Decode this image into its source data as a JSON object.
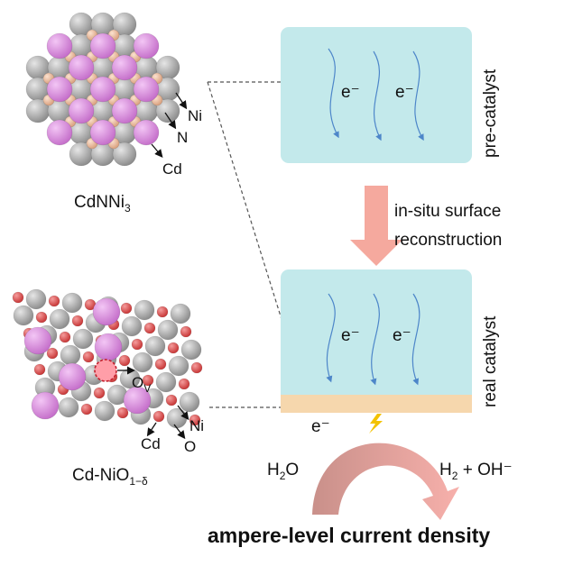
{
  "structures": {
    "top": {
      "name_main": "CdNNi",
      "name_sub": "3",
      "labels": [
        "Ni",
        "N",
        "Cd"
      ]
    },
    "bottom": {
      "name_main": "Cd-NiO",
      "name_sub": "1−δ",
      "vacancy_main": "O",
      "vacancy_sub": "V",
      "labels": [
        "Ni",
        "Cd",
        "O"
      ]
    }
  },
  "panels": {
    "pre": {
      "side_label": "pre-catalyst",
      "electrons": [
        "e⁻",
        "e⁻"
      ]
    },
    "real": {
      "side_label": "real catalyst",
      "electrons": [
        "e⁻",
        "e⁻"
      ],
      "surface_electron": "e⁻"
    }
  },
  "transition": {
    "line1": "in-situ surface",
    "line2": "reconstruction"
  },
  "reaction": {
    "reactant_main": "H",
    "reactant_sub": "2",
    "reactant_tail": "O",
    "product_main": "H",
    "product_sub": "2",
    "product_tail": " + OH⁻"
  },
  "footer": {
    "title": "ampere-level current density"
  },
  "colors": {
    "panel": "#c3e9eb",
    "surface_layer": "#f6d7ad",
    "down_arrow": "#f5a99e",
    "curved_arrow_start": "#c9908a",
    "curved_arrow_end": "#f7b0ab",
    "atom_ni": "#a9a9a9",
    "atom_cd": "#d68ad9",
    "atom_n": "#e9b899",
    "atom_o": "#e05656",
    "electron_path": "#4d86c9",
    "lightning": "#f3c200"
  }
}
